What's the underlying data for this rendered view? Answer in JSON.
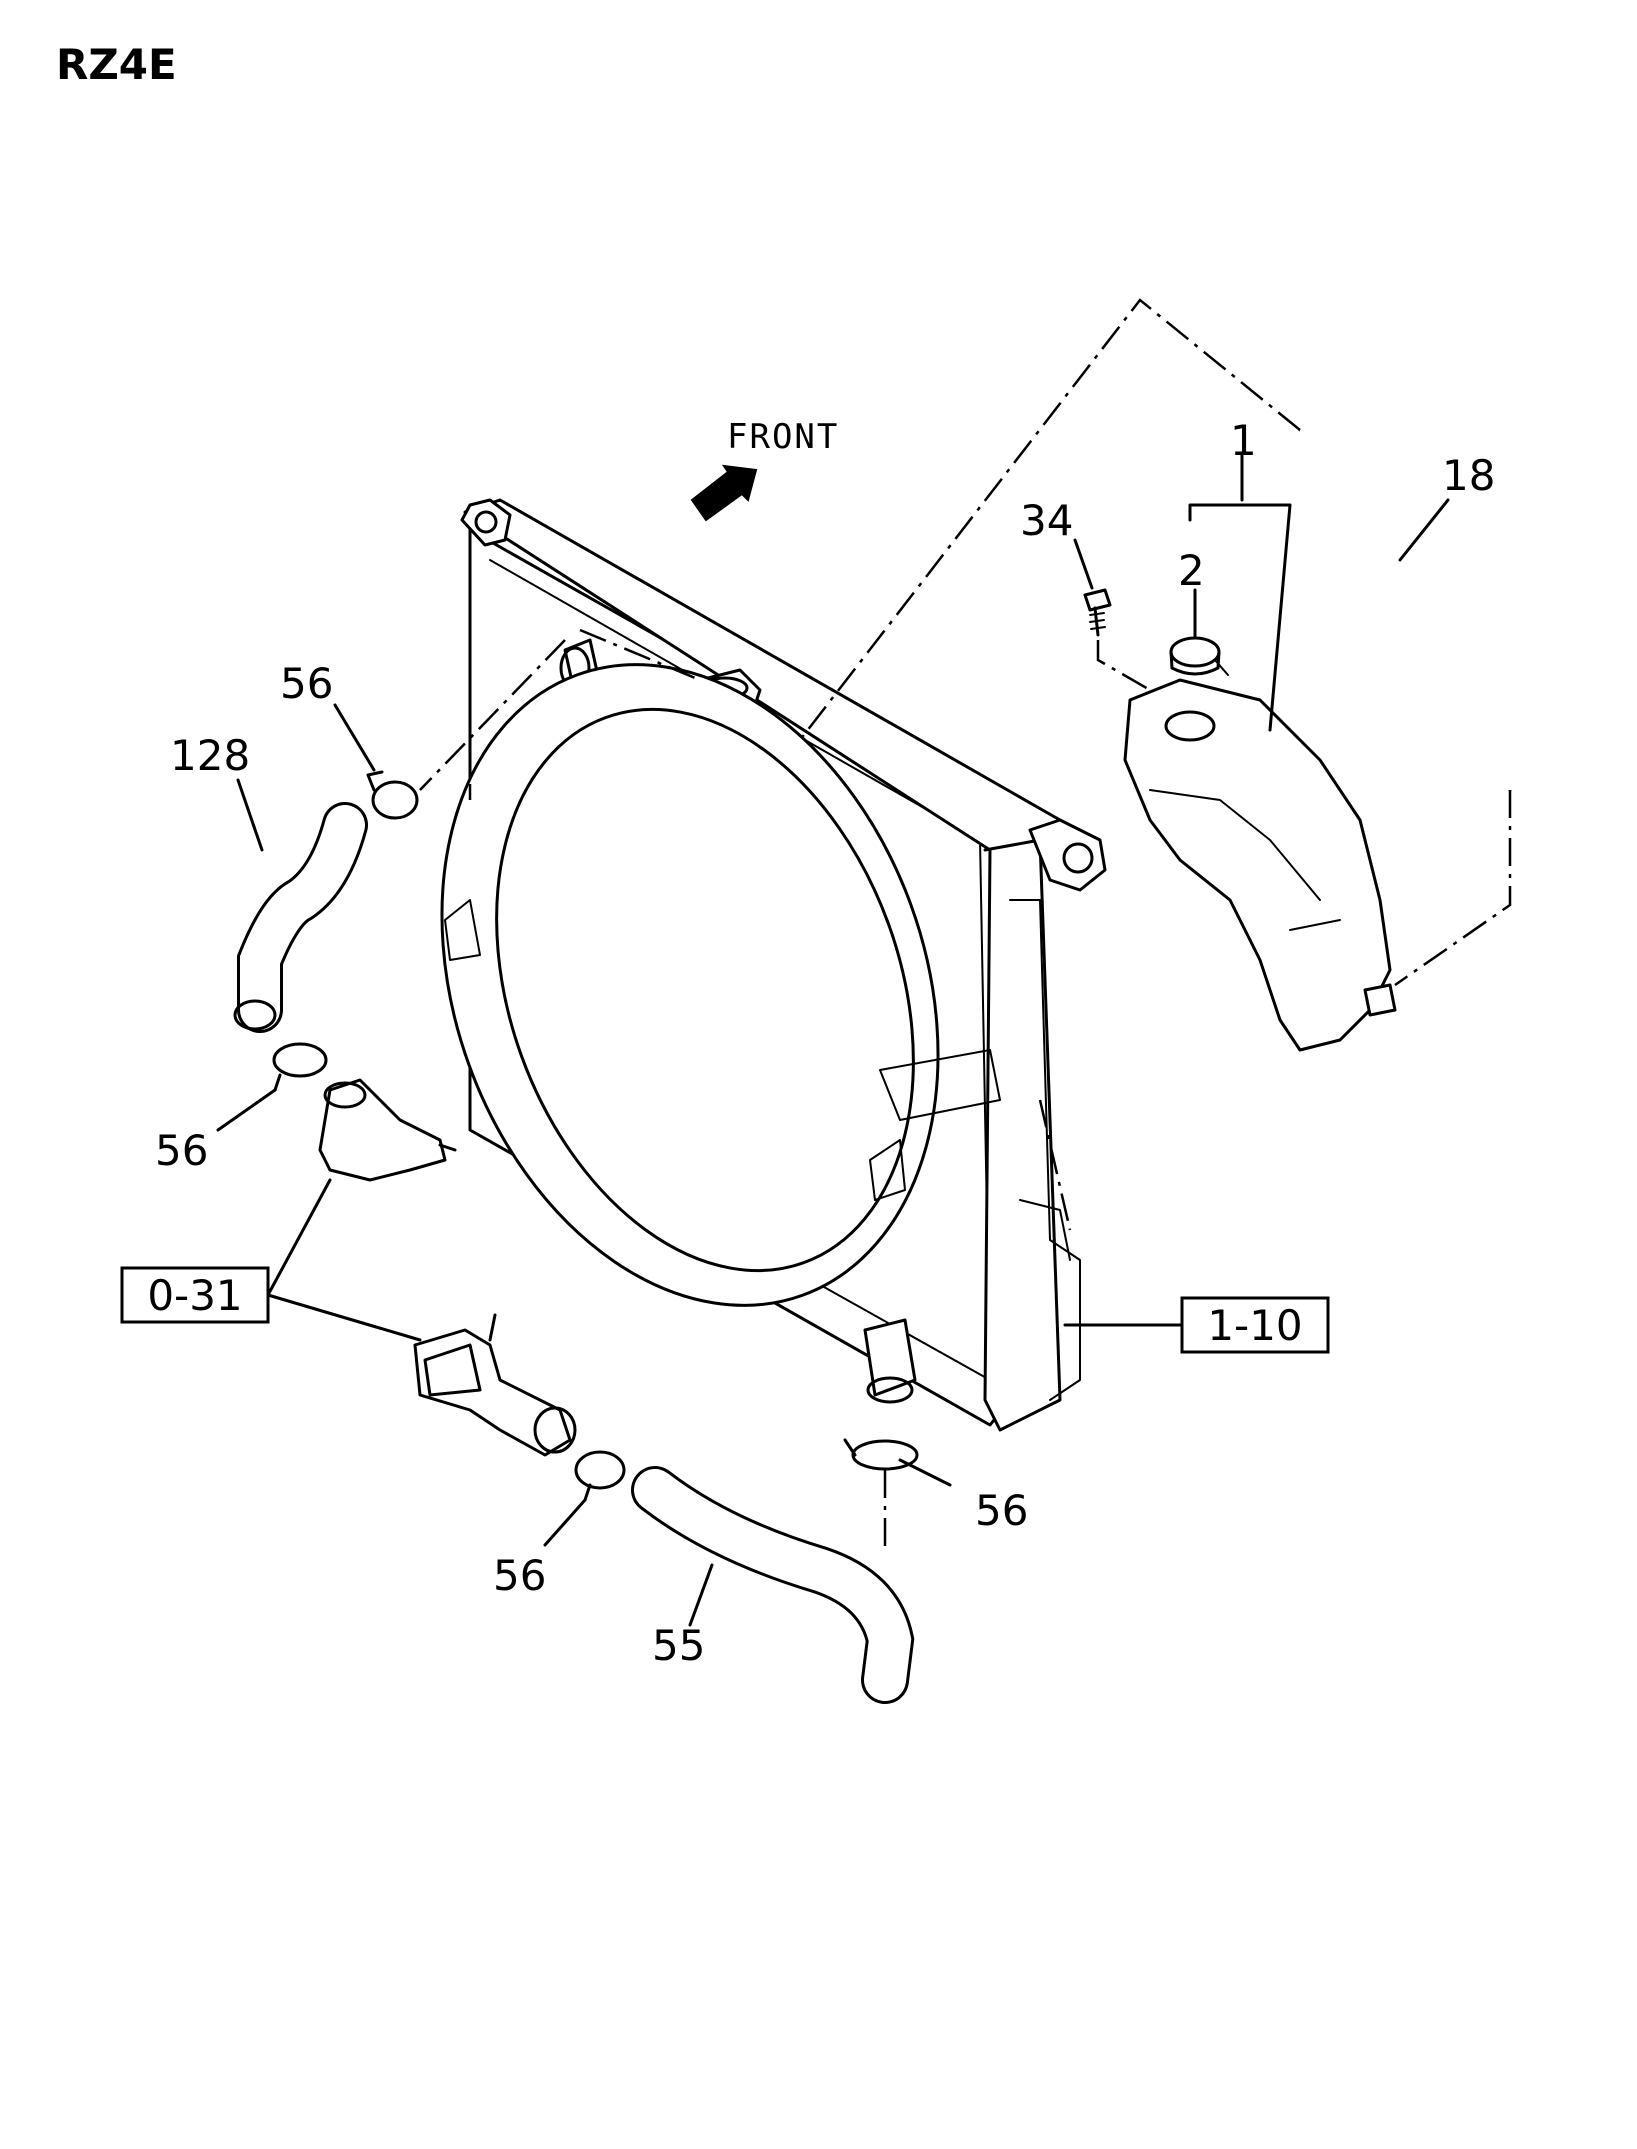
{
  "diagram_code": "RZ4E",
  "direction_label": "FRONT",
  "callouts": {
    "reservoir_assembly": "1",
    "cap": "2",
    "bolt": "34",
    "overflow_hose": "18",
    "upper_clamp_top": "56",
    "upper_hose": "128",
    "upper_clamp_bottom": "56",
    "lower_clamp_left": "56",
    "lower_clamp_right": "56",
    "lower_hose": "55"
  },
  "reference_boxes": {
    "left": "0-31",
    "right": "1-10"
  }
}
